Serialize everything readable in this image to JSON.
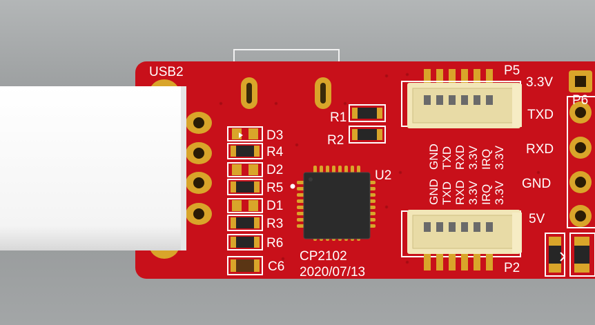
{
  "board": {
    "usb_label": "USB2",
    "chip_label": "CP2102",
    "chip_ref": "U2",
    "date_label": "2020/07/13",
    "colors": {
      "pcb": "#c8101a",
      "pad_gold": "#d9a52a",
      "silkscreen": "#ffffff",
      "connector": "#f2e6b8",
      "chip": "#2b2b2b",
      "background": "#9a9d9e"
    }
  },
  "components": {
    "d3": "D3",
    "r4": "R4",
    "d2": "D2",
    "r5": "R5",
    "d1": "D1",
    "r3": "R3",
    "r6": "R6",
    "c6": "C6",
    "r1": "R1",
    "r2": "R2"
  },
  "connector_p5": {
    "ref": "P5",
    "pin_labels": [
      "GND",
      "TXD",
      "RXD",
      "3.3V",
      "IRQ",
      "3.3V"
    ]
  },
  "connector_p2": {
    "ref": "P2",
    "pin_labels": [
      "GND",
      "TXD",
      "RXD",
      "3.3V",
      "IRQ",
      "3.3V"
    ]
  },
  "header_p6": {
    "ref": "P6",
    "pin_labels": [
      "3.3V",
      "TXD",
      "RXD",
      "GND",
      "5V"
    ]
  }
}
